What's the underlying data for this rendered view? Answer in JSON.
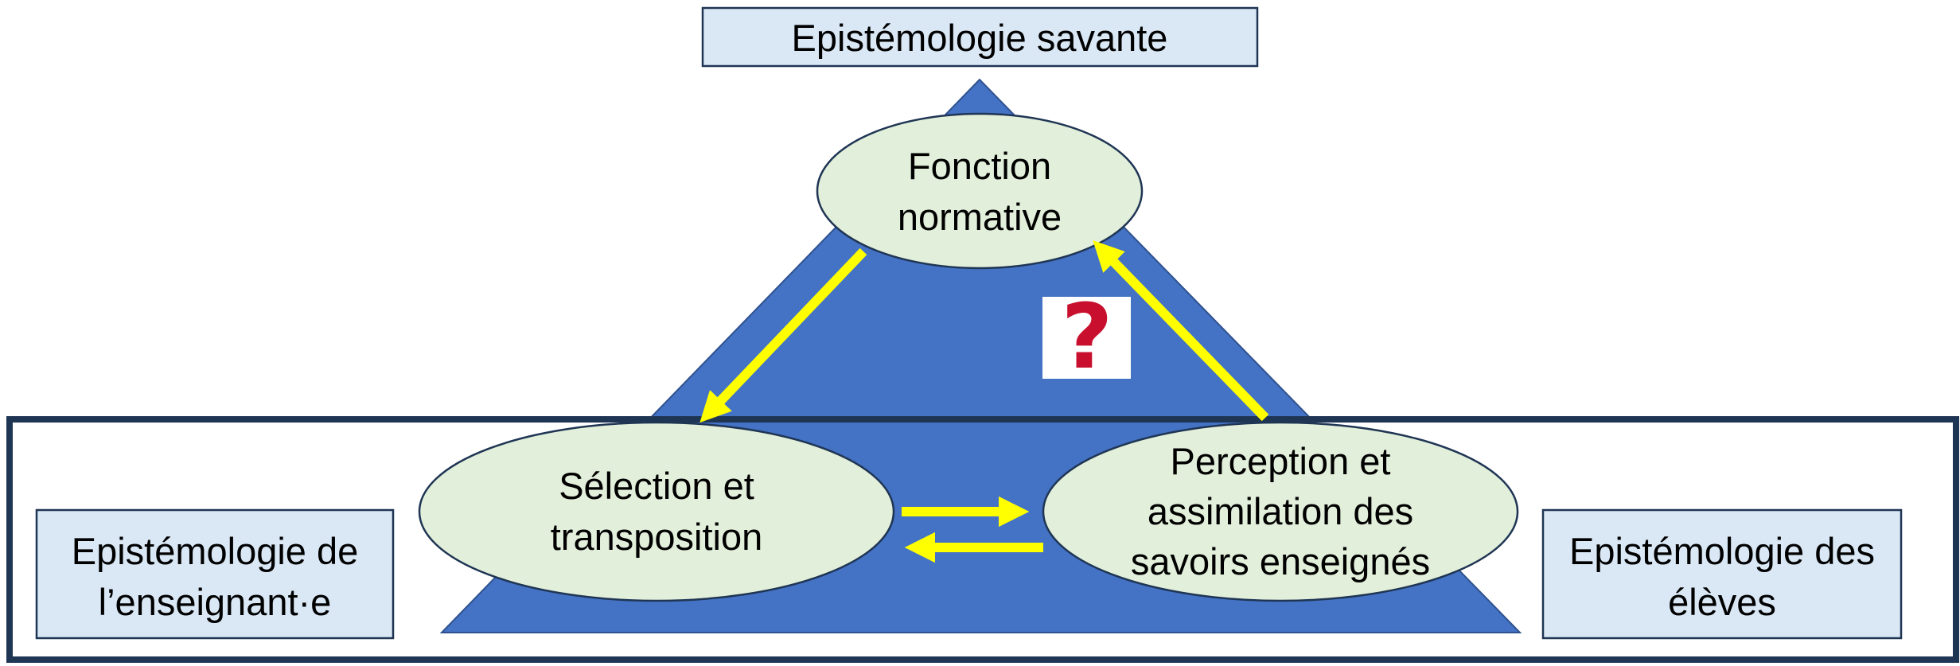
{
  "top_box": {
    "text": "Epistémologie savante"
  },
  "ellipses": {
    "top": {
      "line1": "Fonction",
      "line2": "normative"
    },
    "left": {
      "line1": "Sélection et",
      "line2": "transposition"
    },
    "right": {
      "line1": "Perception et",
      "line2": "assimilation des",
      "line3": "savoirs enseignés"
    }
  },
  "side_boxes": {
    "left": {
      "line1": "Epistémologie de",
      "line2": "l’enseignant·e"
    },
    "right": {
      "line1": "Epistémologie des",
      "line2": "élèves"
    }
  },
  "question_mark": {
    "glyph": "?",
    "icon": "question-mark-icon"
  },
  "colors": {
    "triangle": "#4472c4",
    "ellipse_fill": "#e2efda",
    "box_fill": "#dae8f5",
    "frame_stroke": "#1f3554",
    "arrow": "#ffff00",
    "question": "#c8102e"
  }
}
